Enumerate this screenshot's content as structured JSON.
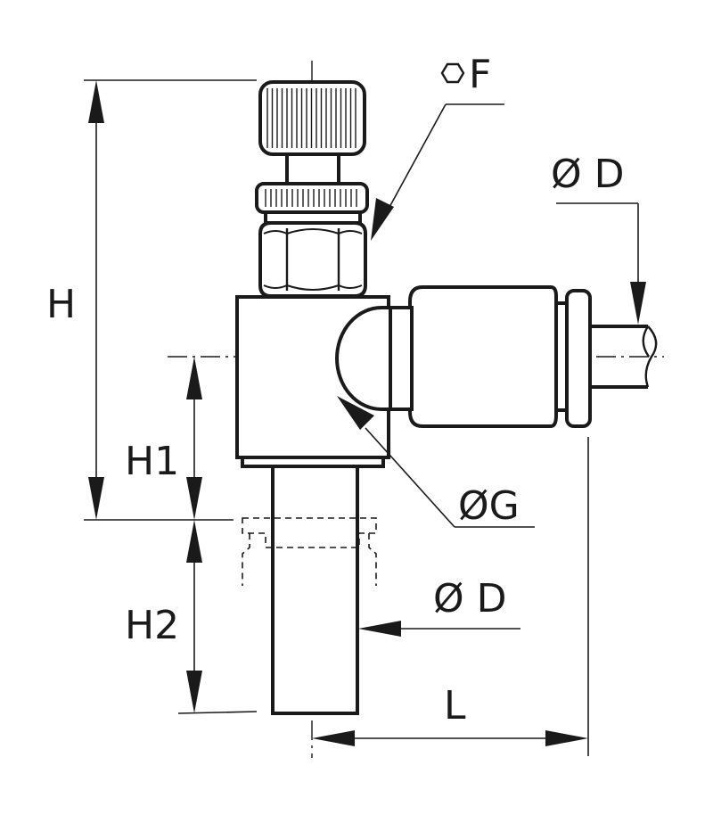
{
  "labels": {
    "hex_symbol": "⬡",
    "hex_letter": "F",
    "tube_od_right": "Ø D",
    "height_total": "H",
    "height_1": "H1",
    "height_2": "H2",
    "body_diameter": "ØG",
    "tube_od_bottom": "Ø D",
    "length": "L"
  },
  "colors": {
    "ink": "#1a1a1a",
    "paper": "#ffffff"
  }
}
